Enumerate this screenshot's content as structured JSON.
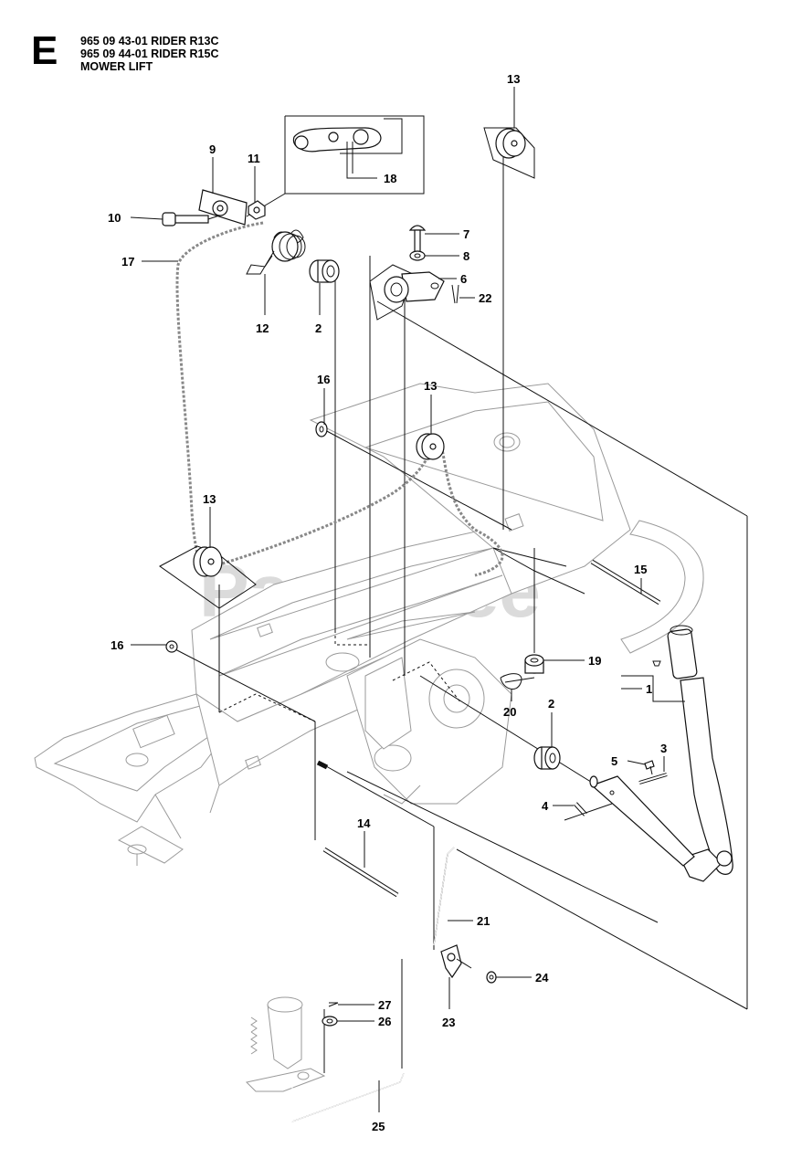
{
  "header": {
    "section_letter": "E",
    "lines": [
      "965 09 43-01 RIDER R13C",
      "965 09 44-01 RIDER R15C",
      "MOWER LIFT"
    ]
  },
  "watermark": {
    "text": "PartsTree",
    "trademark": "™"
  },
  "callouts": [
    {
      "id": "13",
      "label": "13"
    },
    {
      "id": "9",
      "label": "9"
    },
    {
      "id": "11",
      "label": "11"
    },
    {
      "id": "18",
      "label": "18"
    },
    {
      "id": "10",
      "label": "10"
    },
    {
      "id": "7",
      "label": "7"
    },
    {
      "id": "8",
      "label": "8"
    },
    {
      "id": "17",
      "label": "17"
    },
    {
      "id": "6",
      "label": "6"
    },
    {
      "id": "22",
      "label": "22"
    },
    {
      "id": "12",
      "label": "12"
    },
    {
      "id": "2",
      "label": "2"
    },
    {
      "id": "16",
      "label": "16"
    },
    {
      "id": "13b",
      "label": "13"
    },
    {
      "id": "13c",
      "label": "13"
    },
    {
      "id": "15",
      "label": "15"
    },
    {
      "id": "16b",
      "label": "16"
    },
    {
      "id": "19",
      "label": "19"
    },
    {
      "id": "1",
      "label": "1"
    },
    {
      "id": "20",
      "label": "20"
    },
    {
      "id": "2b",
      "label": "2"
    },
    {
      "id": "3",
      "label": "3"
    },
    {
      "id": "5",
      "label": "5"
    },
    {
      "id": "4",
      "label": "4"
    },
    {
      "id": "14",
      "label": "14"
    },
    {
      "id": "21",
      "label": "21"
    },
    {
      "id": "24",
      "label": "24"
    },
    {
      "id": "23",
      "label": "23"
    },
    {
      "id": "27",
      "label": "27"
    },
    {
      "id": "26",
      "label": "26"
    },
    {
      "id": "25",
      "label": "25"
    }
  ]
}
